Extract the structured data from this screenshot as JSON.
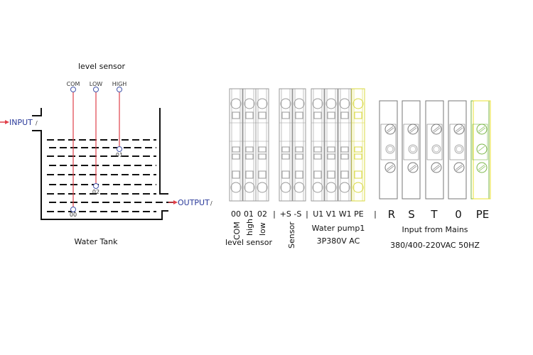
{
  "tank": {
    "title": "level sensor",
    "caption": "Water Tank",
    "input_label": "INPUT",
    "output_label": "OUTPUT",
    "probes": [
      {
        "name": "COM",
        "tip": "00"
      },
      {
        "name": "LOW",
        "tip": "02"
      },
      {
        "name": "HIGH",
        "tip": "01"
      }
    ]
  },
  "terminals": {
    "level_sensor": {
      "labels": [
        "00",
        "01",
        "02"
      ],
      "functions": [
        "COM",
        "high",
        "low"
      ],
      "caption": "level sensor"
    },
    "sensor": {
      "labels": "+S -S",
      "caption": "Sensor"
    },
    "pump": {
      "labels": "U1 V1 W1 PE",
      "caption": "Water pump1",
      "spec": "3P380V AC"
    },
    "mains": {
      "labels": [
        "R",
        "S",
        "T",
        "0",
        "PE"
      ],
      "caption": "Input from Mains",
      "spec": "380/400-220VAC 50HZ"
    },
    "separator": "|"
  },
  "colors": {
    "wire": "#e0404a",
    "probe": "#4455aa",
    "ground_green": "#7ab648",
    "ground_yellow": "#e8e030"
  }
}
